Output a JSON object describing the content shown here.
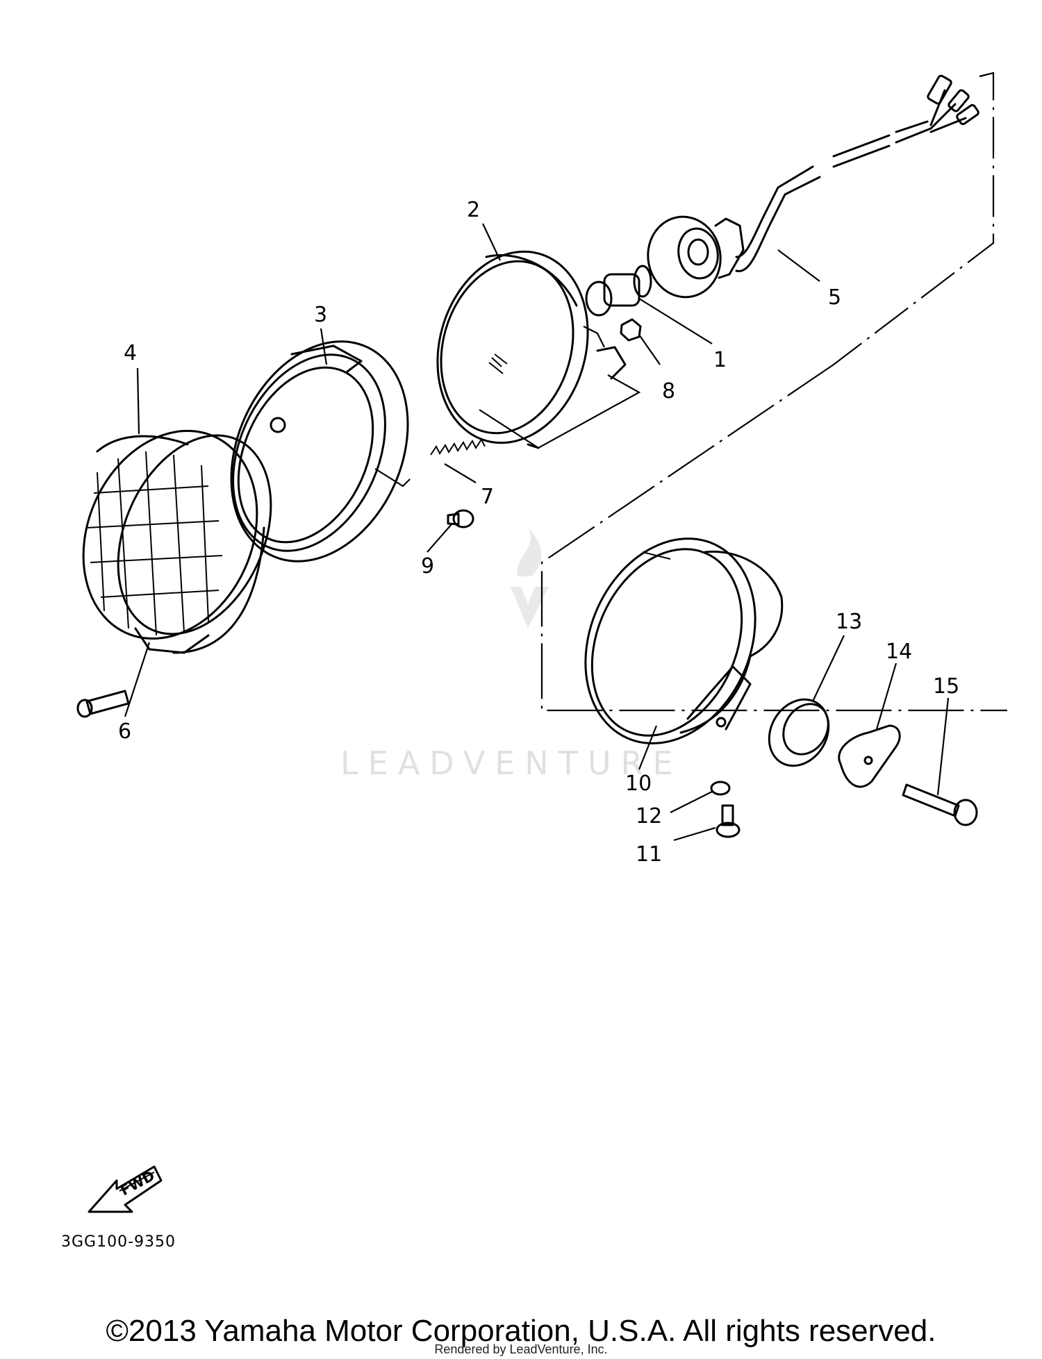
{
  "callouts": [
    {
      "id": "1",
      "part": "bulb"
    },
    {
      "id": "2",
      "part": "headlight-unit"
    },
    {
      "id": "3",
      "part": "rim"
    },
    {
      "id": "4",
      "part": "headlight-guard"
    },
    {
      "id": "5",
      "part": "socket-cord"
    },
    {
      "id": "6",
      "part": "guard-screw"
    },
    {
      "id": "7",
      "part": "spring"
    },
    {
      "id": "8",
      "part": "nut"
    },
    {
      "id": "9",
      "part": "adjusting-screw"
    },
    {
      "id": "10",
      "part": "headlight-body"
    },
    {
      "id": "11",
      "part": "screw"
    },
    {
      "id": "12",
      "part": "washer"
    },
    {
      "id": "13",
      "part": "grommet"
    },
    {
      "id": "14",
      "part": "bracket-plate"
    },
    {
      "id": "15",
      "part": "mounting-bolt"
    }
  ],
  "fwd_label": "FWD",
  "diagram_code": "3GG100-9350",
  "watermark": "LEADVENTURE",
  "copyright": "©2013 Yamaha Motor Corporation, U.S.A. All rights reserved.",
  "rendered_by": "Rendered by LeadVenture, Inc."
}
